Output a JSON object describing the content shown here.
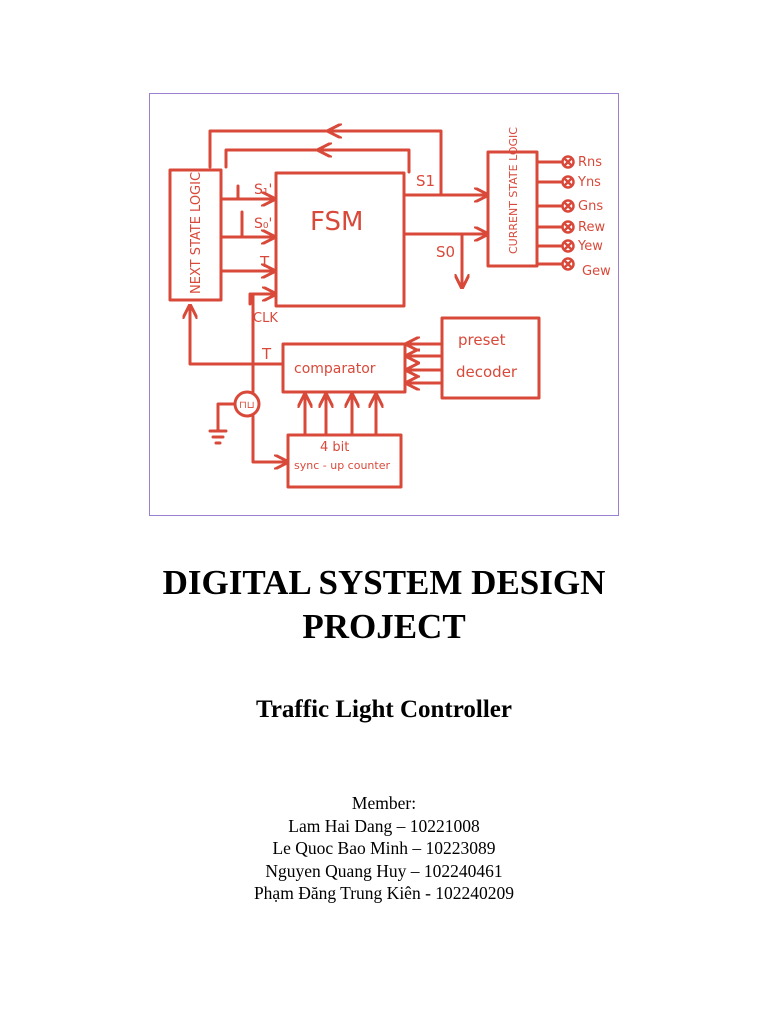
{
  "diagram": {
    "labels": {
      "next_state_logic": "NEXT STATE LOGIC",
      "fsm": "FSM",
      "s1_in": "S₁'",
      "s0_in": "S₀'",
      "t_in": "T",
      "clk": "CLK",
      "s1_out": "S1",
      "s0_out": "S0",
      "current_state_logic": "CURRENT STATE LOGIC",
      "outputs": [
        "Rns",
        "Yns",
        "Gns",
        "Rew",
        "Yew",
        "Gew"
      ],
      "preset": "preset",
      "decoder": "decoder",
      "comparator": "comparator",
      "t_cmp": "T",
      "clock_symbol": "⊓⊔",
      "counter_line1": "4 bit",
      "counter_line2": "sync - up counter"
    },
    "colors": {
      "ink": "#d9493a",
      "frame": "#9b7fd0"
    }
  },
  "title": {
    "line1": "DIGITAL SYSTEM DESIGN",
    "line2": "PROJECT"
  },
  "subtitle": "Traffic Light Controller",
  "members": {
    "heading": "Member:",
    "list": [
      "Lam Hai Dang – 10221008",
      "Le Quoc Bao Minh – 10223089",
      "Nguyen Quang Huy – 102240461",
      "Phạm Đăng Trung Kiên - 102240209"
    ]
  }
}
